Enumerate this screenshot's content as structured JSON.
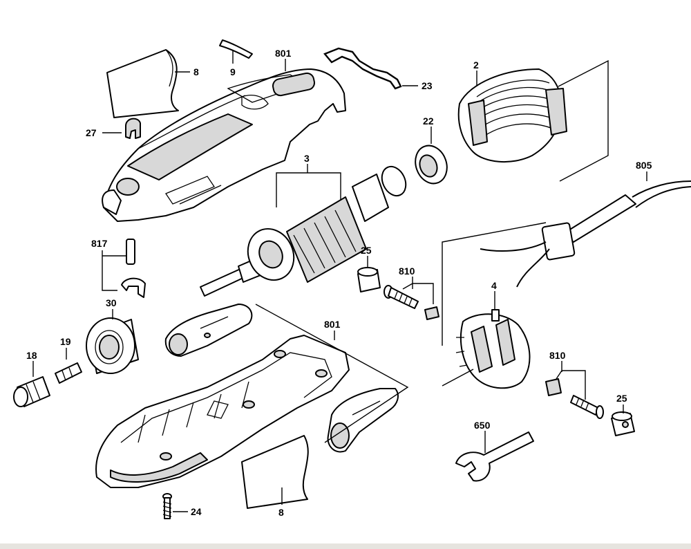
{
  "diagram": {
    "labels": {
      "housing_top": "801",
      "plate_top": "8",
      "spring_clip": "9",
      "wire_clip": "23",
      "field": "2",
      "cap_27": "27",
      "bearing_22": "22",
      "armature": "3",
      "cord": "805",
      "brush_kit": "817",
      "bearing_25_left": "25",
      "screw_nut_810_left": "810",
      "end_piece": "30",
      "brush_holder": "4",
      "housing_bottom": "801",
      "collet_nut": "18",
      "collet": "19",
      "screw_nut_810_right": "810",
      "bearing_25_right": "25",
      "wrench": "650",
      "plate_bottom": "8",
      "screw_24": "24"
    }
  }
}
